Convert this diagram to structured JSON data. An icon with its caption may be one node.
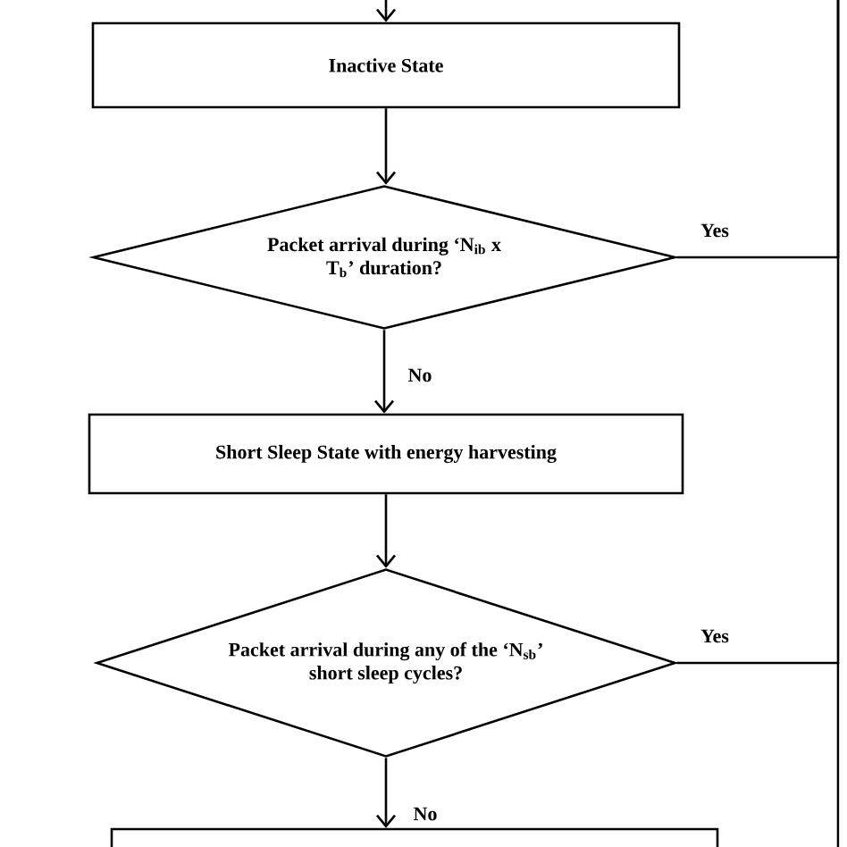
{
  "diagram": {
    "nodes": [
      {
        "text": [
          "Inactive State"
        ]
      },
      {
        "text": [
          "Packet arrival during ‘N$_{ib}$ x T$_{b}$’ duration?"
        ]
      },
      {
        "text": [
          "Short Sleep State with energy harvesting"
        ]
      },
      {
        "text": [
          "Packet arrival during any of the ‘N$_{sb}$’ short sleep cycles?"
        ]
      },
      {
        "text": [],
        "shape": "box"
      }
    ],
    "edges": [
      {
        "from": null,
        "to": 0,
        "arrow": "to"
      },
      {
        "from": 0,
        "to": 1,
        "arrow": "to"
      },
      {
        "from": 1,
        "to": 2,
        "arrow": "to",
        "label": "No"
      },
      {
        "from": 2,
        "to": 3,
        "arrow": "to"
      },
      {
        "from": 3,
        "to": 4,
        "arrow": "to",
        "label": "No"
      },
      {
        "from": 1,
        "to": null,
        "arrow": "none",
        "label": "Yes"
      },
      {
        "from": 3,
        "to": null,
        "arrow": "none",
        "label": "Yes"
      }
    ]
  }
}
